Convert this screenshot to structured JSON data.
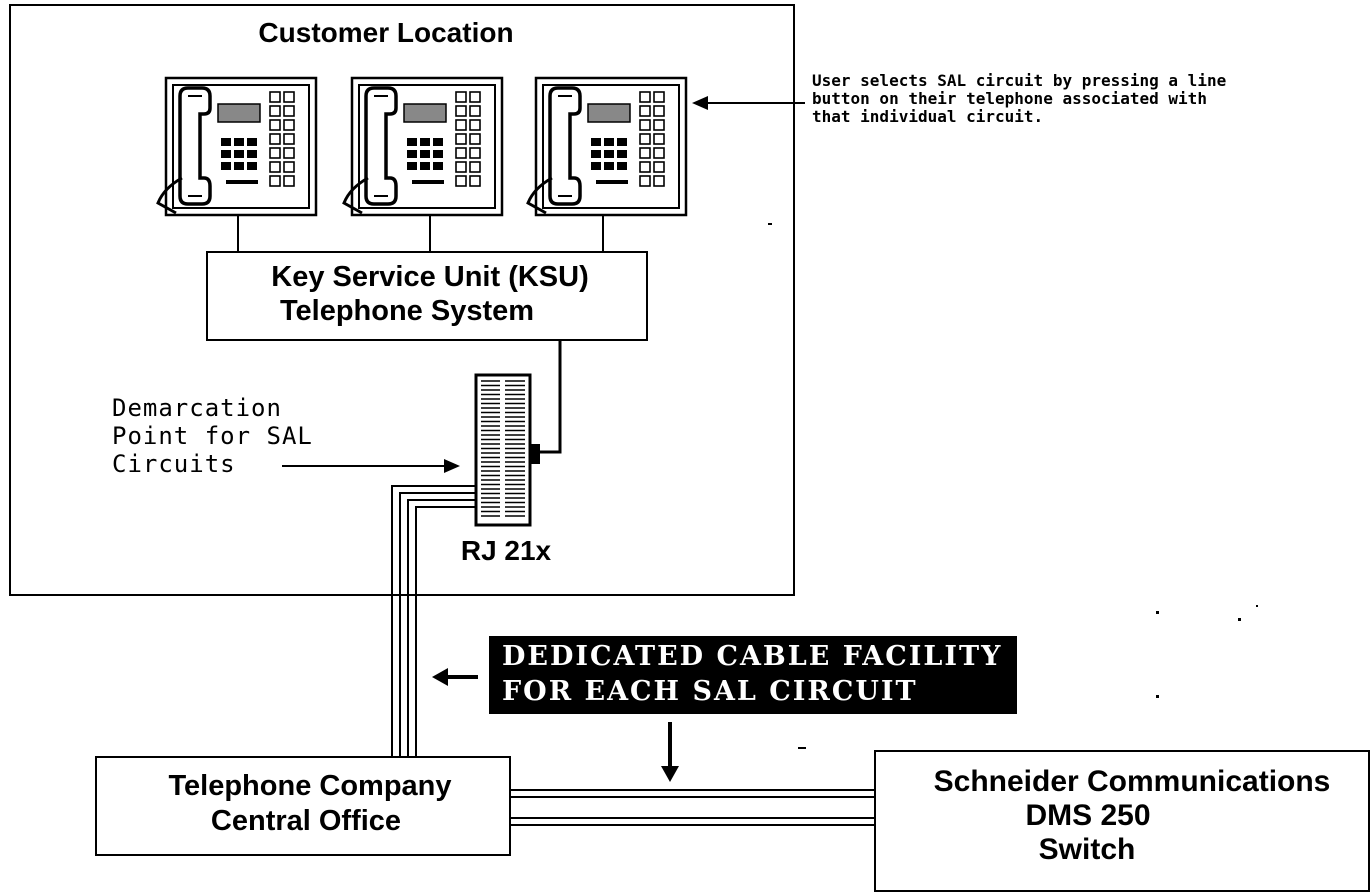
{
  "customer_location": {
    "title": "Customer Location",
    "phone_note": [
      "User selects SAL circuit by pressing a line",
      "button on their telephone associated with",
      "that individual circuit."
    ]
  },
  "ksu": {
    "line1": "Key Service Unit (KSU)",
    "line2": "Telephone System"
  },
  "demarcation": {
    "lines": [
      "Demarcation",
      "Point for SAL",
      "Circuits"
    ]
  },
  "connector": {
    "label": "RJ 21x"
  },
  "dedicated_cable": {
    "lines": [
      "DEDICATED CABLE FACILITY",
      "FOR EACH SAL CIRCUIT"
    ]
  },
  "central_office": {
    "line1": "Telephone Company",
    "line2": "Central Office"
  },
  "switch": {
    "line1": "Schneider Communications",
    "line2": "DMS 250",
    "line3": "Switch"
  },
  "icons": {
    "telephone": "key-telephone-icon",
    "connector": "rj21x-block-icon",
    "arrow": "arrow-icon"
  }
}
